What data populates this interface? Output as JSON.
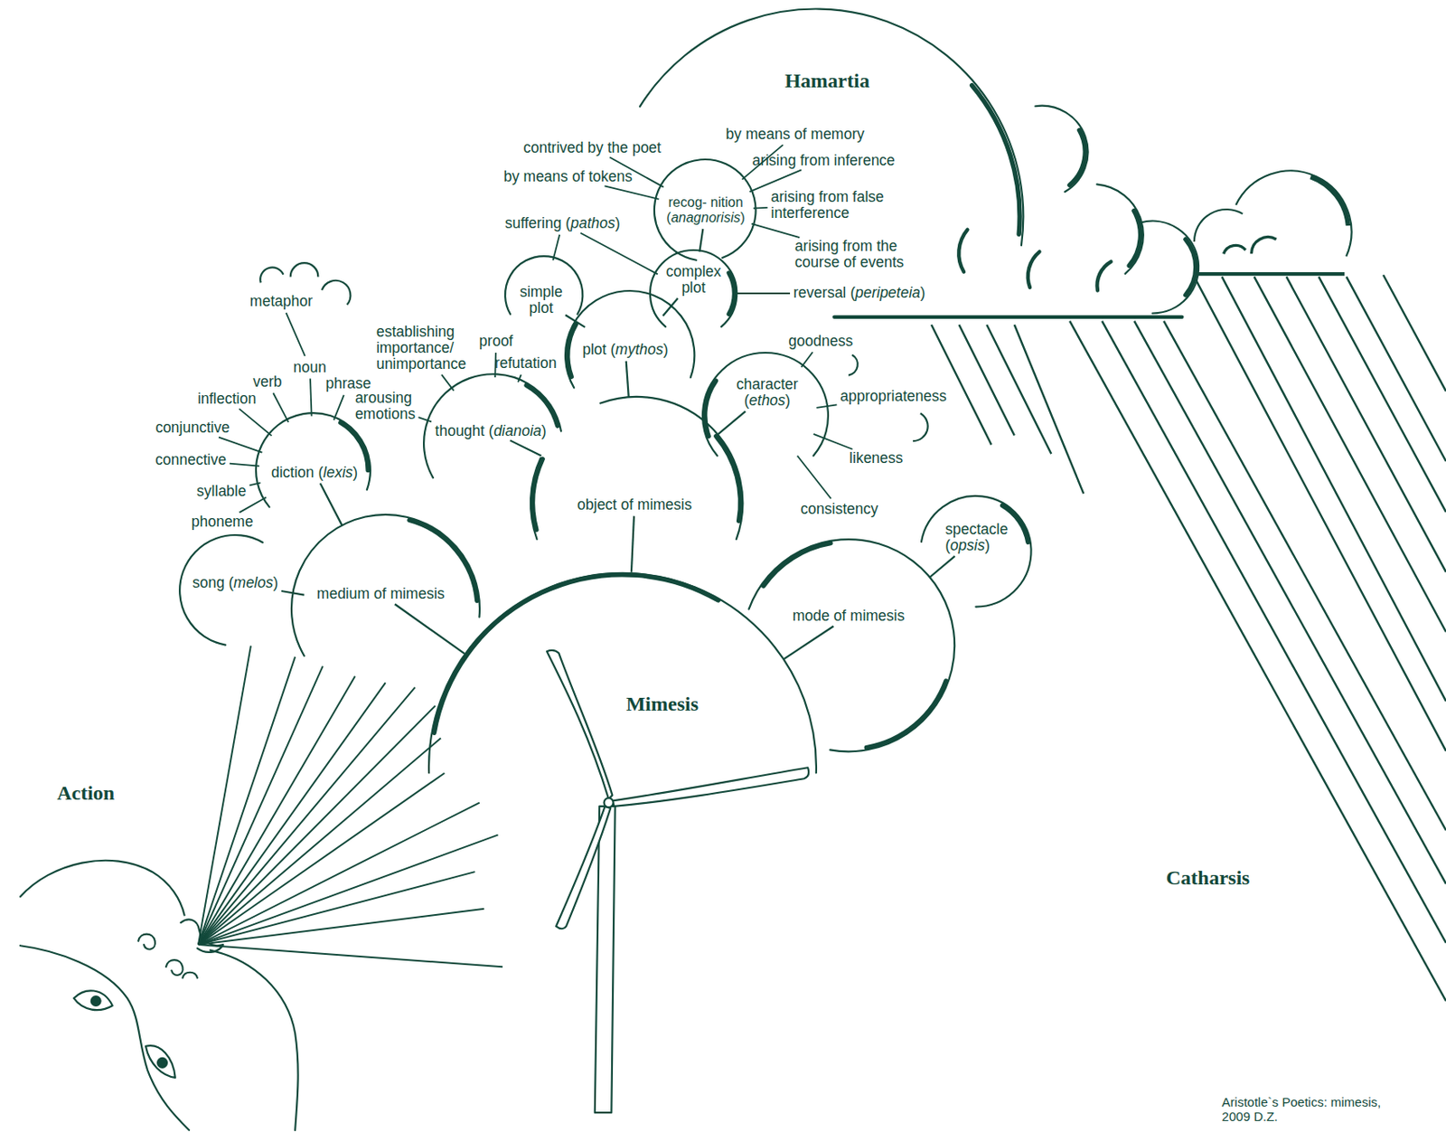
{
  "diagram": {
    "caption": "Aristotle`s Poetics: mimesis, 2009 D.Z.",
    "nodes": [
      {
        "text": [
          "Hamartia"
        ]
      },
      {
        "text": [
          "Mimesis"
        ]
      },
      {
        "text": [
          "medium of mimesis"
        ]
      },
      {
        "text": [
          "object of mimesis"
        ]
      },
      {
        "text": [
          "mode of mimesis"
        ]
      },
      {
        "text": [
          "song (melos)"
        ]
      },
      {
        "text": [
          "diction (lexis)"
        ]
      },
      {
        "text": [
          "thought (dianoia)"
        ]
      },
      {
        "text": [
          "plot (mythos)"
        ]
      },
      {
        "text": [
          "character (ethos)"
        ]
      },
      {
        "text": [
          "spectacle (opsis)"
        ]
      },
      {
        "text": [
          "simple plot"
        ]
      },
      {
        "text": [
          "complex plot"
        ]
      },
      {
        "text": [
          "recog- nition (anagnorisis)"
        ]
      }
    ],
    "edges": [
      {
        "from": 1,
        "to": 2,
        "arrow": "none"
      },
      {
        "from": 1,
        "to": 3,
        "arrow": "none"
      },
      {
        "from": 1,
        "to": 4,
        "arrow": "none"
      },
      {
        "from": 2,
        "to": 5,
        "arrow": "none"
      },
      {
        "from": 2,
        "to": 6,
        "arrow": "none"
      },
      {
        "from": 3,
        "to": 7,
        "arrow": "none"
      },
      {
        "from": 3,
        "to": 8,
        "arrow": "none"
      },
      {
        "from": 3,
        "to": 9,
        "arrow": "none"
      },
      {
        "from": 4,
        "to": 10,
        "arrow": "none"
      },
      {
        "from": 8,
        "to": 11,
        "arrow": "none"
      },
      {
        "from": 8,
        "to": 12,
        "arrow": "none"
      },
      {
        "from": 12,
        "to": 13,
        "arrow": "none"
      }
    ],
    "labels": [
      "Action",
      "Catharsis",
      "by means of memory",
      "contrived by the poet",
      "arising from inference",
      "by means of tokens",
      "arising from false interference",
      "suffering (pathos)",
      "arising from the course of events",
      "reversal (peripeteia)",
      "metaphor",
      "establishing importance/ unimportance",
      "proof",
      "noun",
      "verb",
      "phrase",
      "refutation",
      "goodness",
      "inflection",
      "arousing emotions",
      "conjunctive",
      "connective",
      "syllable",
      "phoneme",
      "appropriateness",
      "likeness",
      "consistency"
    ]
  }
}
